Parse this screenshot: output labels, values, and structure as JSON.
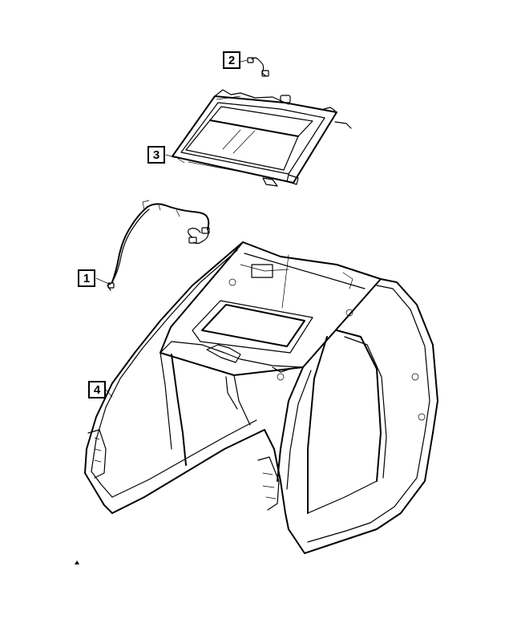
{
  "callouts": [
    {
      "id": "1",
      "label": "1",
      "part": "roof-wiring-harness"
    },
    {
      "id": "2",
      "label": "2",
      "part": "sunroof-connector-jumper"
    },
    {
      "id": "3",
      "label": "3",
      "part": "sunroof-assembly"
    },
    {
      "id": "4",
      "label": "4",
      "part": "body-shell-roof-frame"
    }
  ],
  "colors": {
    "line": "#000000",
    "background": "#ffffff"
  }
}
